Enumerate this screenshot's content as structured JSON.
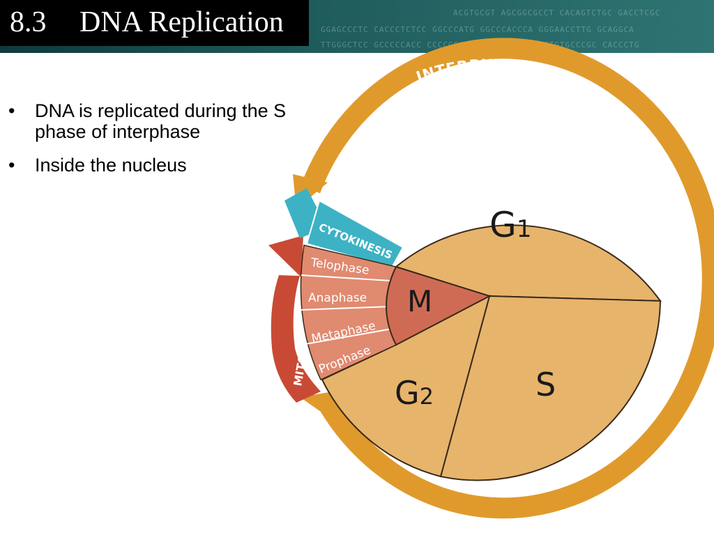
{
  "slide": {
    "title_number": "8.3",
    "title_text": "DNA Replication",
    "bullets": [
      "DNA is replicated during the S phase of interphase",
      "Inside the nucleus"
    ],
    "header_sequence": [
      "ACGTGCGT AGCGGCGCCT CACAGTCTGC GACCTCGC",
      "GGAGCCCTC CACCCTCTCC GGCCCATG GGCCCACCCA GGGAACCTTG GCAGGCA",
      "TTGGGCTCC GCCCCCACC CCCCGGAGTC TGCGAGCCAG CTGTGCCCGC CACCCTG"
    ]
  },
  "diagram": {
    "interphase_label": "INTERPHASE",
    "mitosis_label": "MITOSIS",
    "cytokinesis_label": "CYTOKINESIS",
    "m_label": "M",
    "g1_label": "G",
    "g1_sub": "1",
    "g2_label": "G",
    "g2_sub": "2",
    "s_label": "S",
    "subphases": [
      "Telophase",
      "Anaphase",
      "Metaphase",
      "Prophase"
    ],
    "colors": {
      "interphase_arrow": "#e09a2c",
      "phase_fill": "#e7b46c",
      "m_fill": "#cf6b55",
      "subphase_fill": "#e08a70",
      "mitosis_arrow": "#c84a35",
      "cytokinesis": "#3db2c4",
      "header_bg": "#1f5c5c"
    }
  }
}
